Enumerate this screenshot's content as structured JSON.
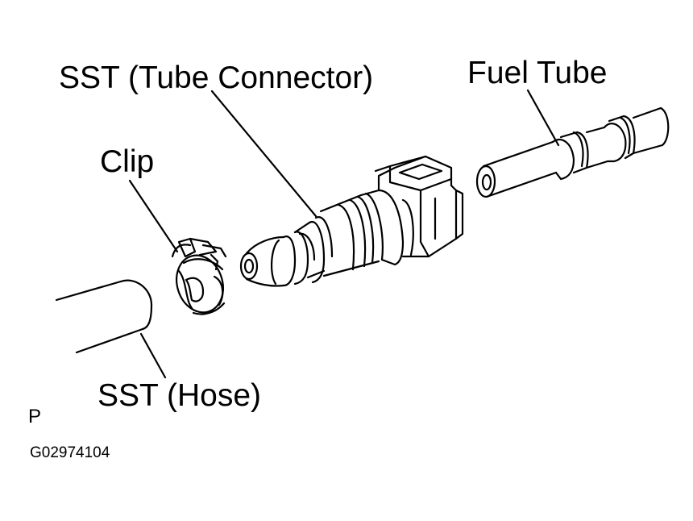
{
  "labels": {
    "tube_connector": "SST (Tube Connector)",
    "fuel_tube": "Fuel Tube",
    "clip": "Clip",
    "hose": "SST (Hose)",
    "view_mark": "P",
    "figure_code": "G02974104"
  },
  "colors": {
    "ink": "#000000",
    "paper": "#ffffff"
  }
}
